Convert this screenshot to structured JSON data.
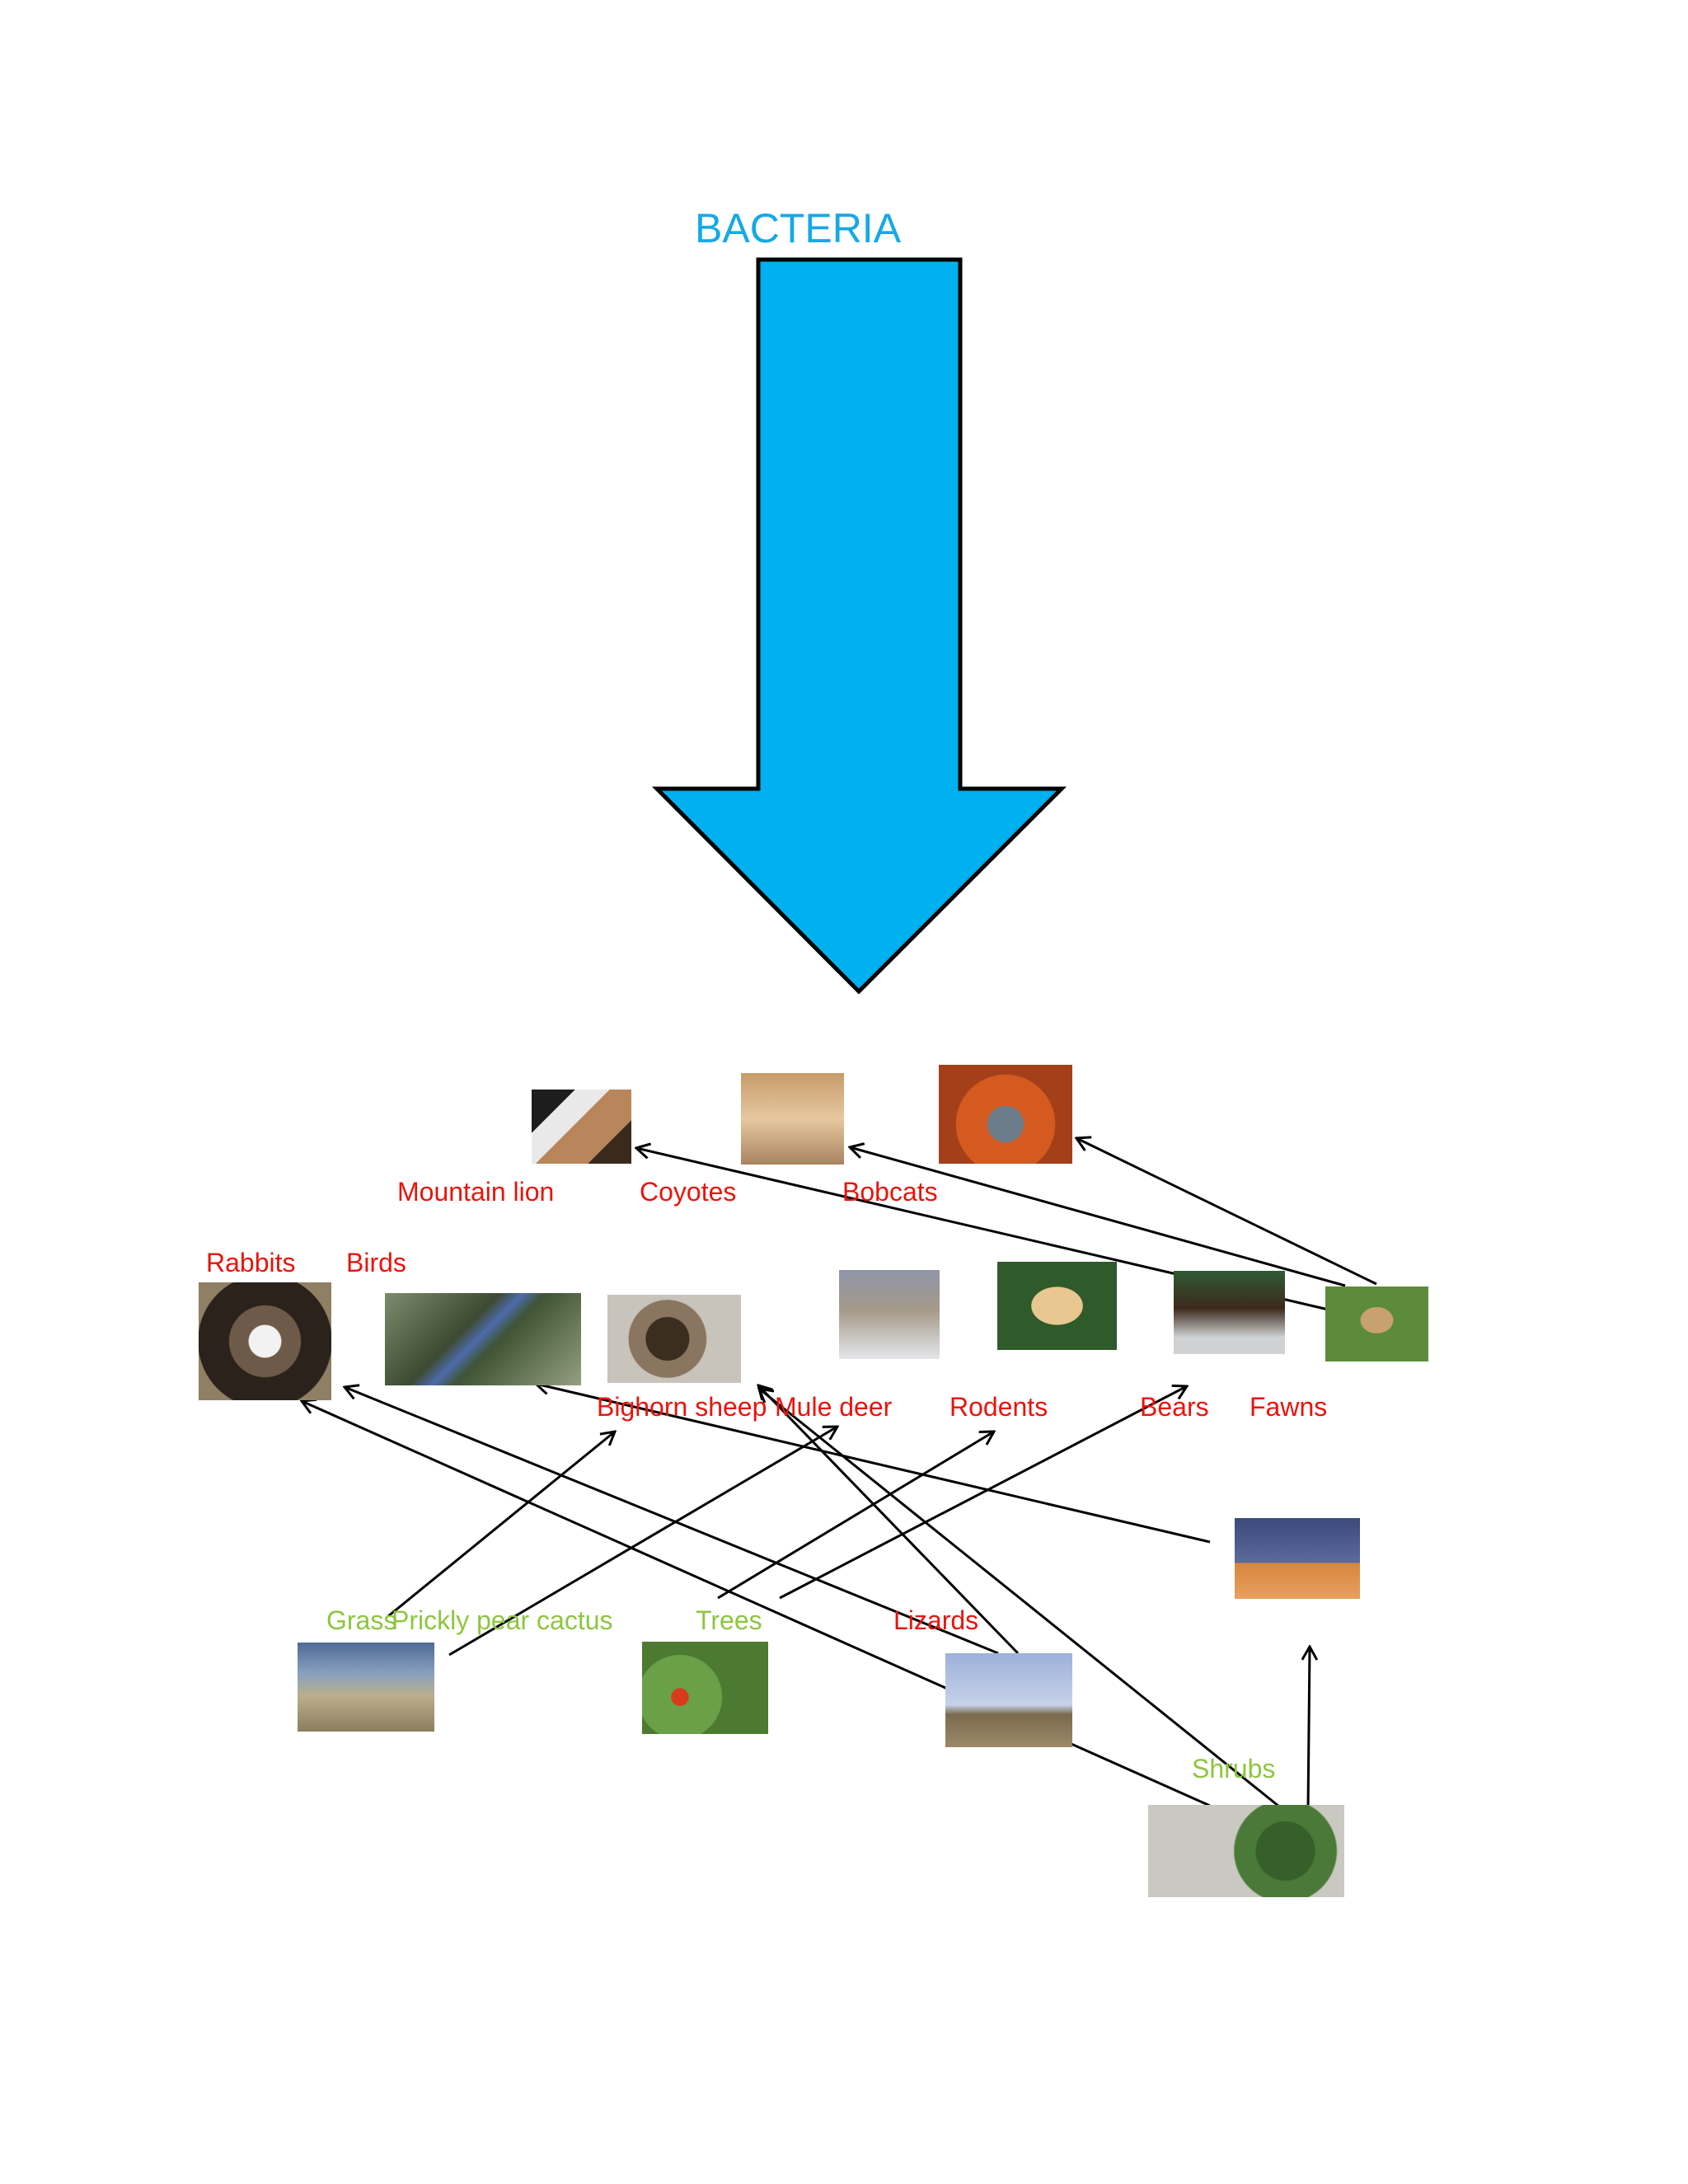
{
  "title": "BACTERIA",
  "colors": {
    "title": "#17a8e6",
    "big_arrow_fill": "#00b0ef",
    "consumer_label": "#e8140c",
    "producer_label": "#8dc63f",
    "link_arrow": "#000000"
  },
  "consumers": {
    "mountain_lion": "Mountain lion",
    "coyotes": "Coyotes",
    "bobcats": "Bobcats",
    "rabbits": "Rabbits",
    "birds": "Birds",
    "bighorn_sheep": "Bighorn sheep",
    "mule_deer": "Mule deer",
    "rodents": "Rodents",
    "bears": "Bears",
    "fawns": "Fawns",
    "lizards": "Lizards"
  },
  "producers": {
    "grass": "Grass",
    "prickly_pear_cactus": "Prickly pear cactus",
    "trees": "Trees",
    "shrubs": "Shrubs"
  },
  "photo_icons": [
    "mountain-lion-photo",
    "coyote-photo",
    "bobcat-photo",
    "rabbit-photo",
    "bird-photo",
    "bighorn-sheep-photo",
    "mule-deer-photo",
    "rodent-photo",
    "bear-photo",
    "fawn-photo",
    "lizard-photo",
    "grass-photo",
    "prickly-pear-cactus-photo",
    "tree-photo",
    "shrubs-photo"
  ]
}
